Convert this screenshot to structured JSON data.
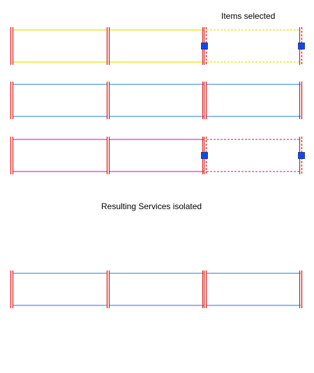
{
  "captions": {
    "top": "Items selected",
    "middle": "Resulting Services isolated"
  },
  "colors": {
    "yellow_run": "#e8e200",
    "blue_run": "#4d95d8",
    "magenta_run": "#c040c8",
    "fitting_red": "#e01010",
    "grip_blue": "#1448e0",
    "selected_dash": "#e8e200",
    "selected_dash_magenta": "#c040c8"
  },
  "runs": [
    {
      "name": "yellow-duct-run",
      "color_key": "yellow_run",
      "selected_last_segment": true,
      "grips": true
    },
    {
      "name": "blue-duct-run",
      "color_key": "blue_run",
      "selected_last_segment": false,
      "grips": false
    },
    {
      "name": "magenta-duct-run",
      "color_key": "magenta_run",
      "selected_last_segment": true,
      "grips": true
    },
    {
      "name": "isolated-blue-duct-run",
      "color_key": "blue_run",
      "selected_last_segment": false,
      "grips": false
    }
  ]
}
